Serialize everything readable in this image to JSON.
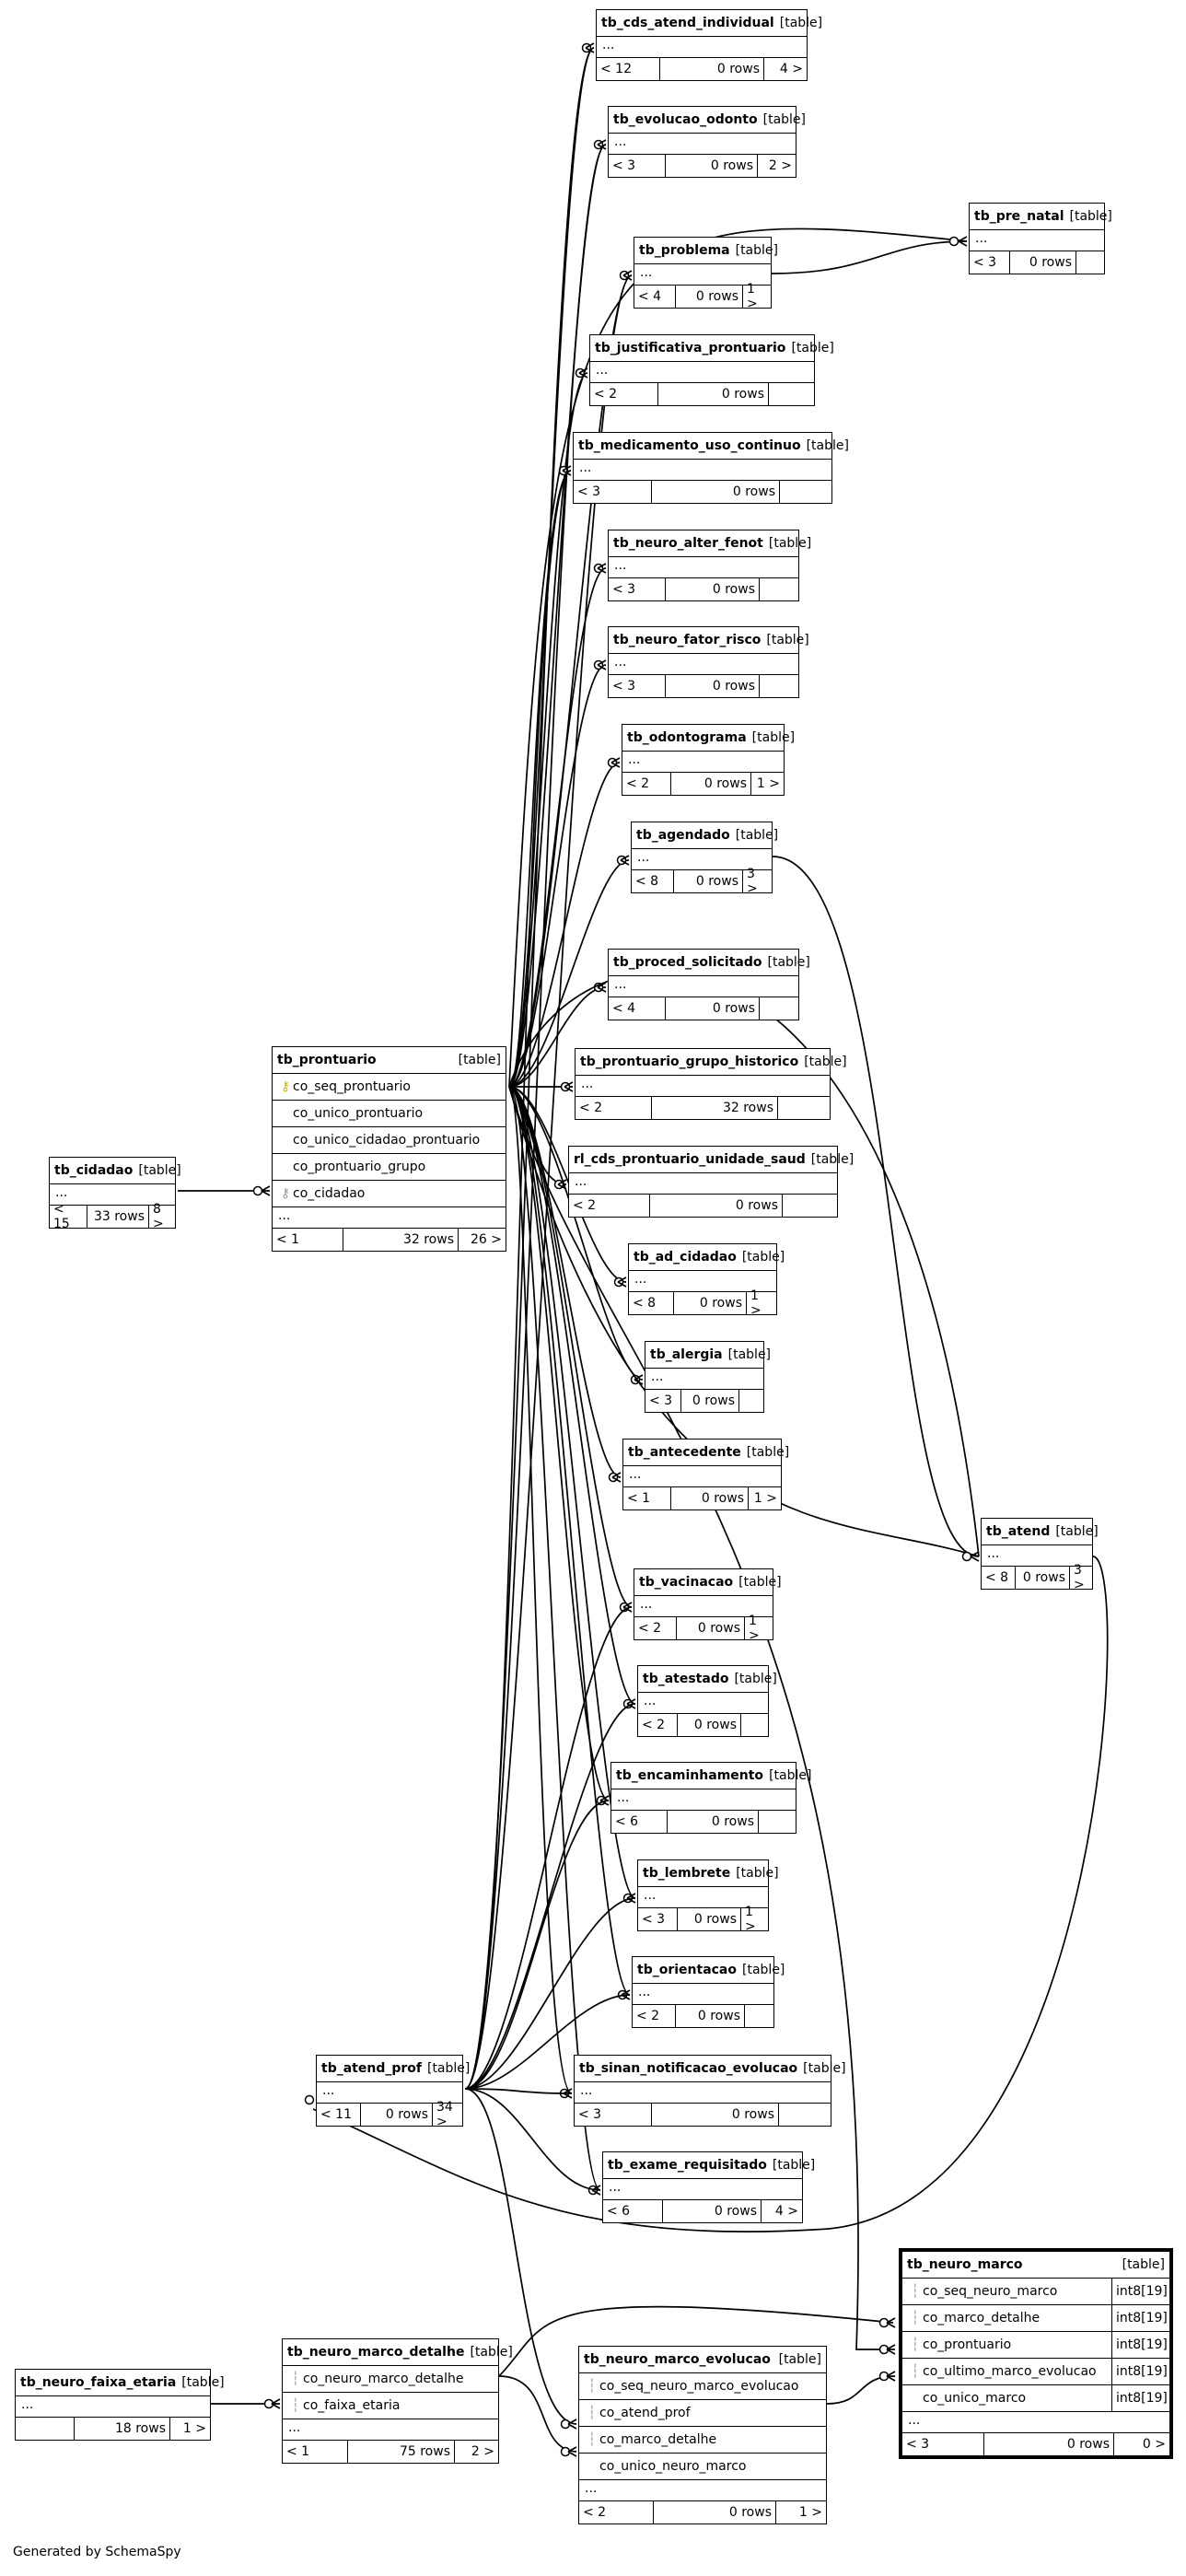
{
  "footer": "Generated by SchemaSpy",
  "tables": [
    {
      "id": "tb_cds_atend_individual",
      "name": "tb_cds_atend_individual",
      "type": "[table]",
      "parents": "< 12",
      "rows": "0 rows",
      "children": "4 >"
    },
    {
      "id": "tb_evolucao_odonto",
      "name": "tb_evolucao_odonto",
      "type": "[table]",
      "parents": "< 3",
      "rows": "0 rows",
      "children": "2 >"
    },
    {
      "id": "tb_pre_natal",
      "name": "tb_pre_natal",
      "type": "[table]",
      "parents": "< 3",
      "rows": "0 rows",
      "children": ""
    },
    {
      "id": "tb_problema",
      "name": "tb_problema",
      "type": "[table]",
      "parents": "< 4",
      "rows": "0 rows",
      "children": "1 >"
    },
    {
      "id": "tb_justificativa_prontuario",
      "name": "tb_justificativa_prontuario",
      "type": "[table]",
      "parents": "< 2",
      "rows": "0 rows",
      "children": ""
    },
    {
      "id": "tb_medicamento_uso_continuo",
      "name": "tb_medicamento_uso_continuo",
      "type": "[table]",
      "parents": "< 3",
      "rows": "0 rows",
      "children": ""
    },
    {
      "id": "tb_neuro_alter_fenot",
      "name": "tb_neuro_alter_fenot",
      "type": "[table]",
      "parents": "< 3",
      "rows": "0 rows",
      "children": ""
    },
    {
      "id": "tb_neuro_fator_risco",
      "name": "tb_neuro_fator_risco",
      "type": "[table]",
      "parents": "< 3",
      "rows": "0 rows",
      "children": ""
    },
    {
      "id": "tb_odontograma",
      "name": "tb_odontograma",
      "type": "[table]",
      "parents": "< 2",
      "rows": "0 rows",
      "children": "1 >"
    },
    {
      "id": "tb_agendado",
      "name": "tb_agendado",
      "type": "[table]",
      "parents": "< 8",
      "rows": "0 rows",
      "children": "3 >"
    },
    {
      "id": "tb_proced_solicitado",
      "name": "tb_proced_solicitado",
      "type": "[table]",
      "parents": "< 4",
      "rows": "0 rows",
      "children": ""
    },
    {
      "id": "tb_prontuario_grupo_historico",
      "name": "tb_prontuario_grupo_historico",
      "type": "[table]",
      "parents": "< 2",
      "rows": "32 rows",
      "children": ""
    },
    {
      "id": "rl_cds_prontuario_unidade_saud",
      "name": "rl_cds_prontuario_unidade_saud",
      "type": "[table]",
      "parents": "< 2",
      "rows": "0 rows",
      "children": ""
    },
    {
      "id": "tb_ad_cidadao",
      "name": "tb_ad_cidadao",
      "type": "[table]",
      "parents": "< 8",
      "rows": "0 rows",
      "children": "1 >"
    },
    {
      "id": "tb_alergia",
      "name": "tb_alergia",
      "type": "[table]",
      "parents": "< 3",
      "rows": "0 rows",
      "children": ""
    },
    {
      "id": "tb_antecedente",
      "name": "tb_antecedente",
      "type": "[table]",
      "parents": "< 1",
      "rows": "0 rows",
      "children": "1 >"
    },
    {
      "id": "tb_vacinacao",
      "name": "tb_vacinacao",
      "type": "[table]",
      "parents": "< 2",
      "rows": "0 rows",
      "children": "1 >"
    },
    {
      "id": "tb_atestado",
      "name": "tb_atestado",
      "type": "[table]",
      "parents": "< 2",
      "rows": "0 rows",
      "children": ""
    },
    {
      "id": "tb_encaminhamento",
      "name": "tb_encaminhamento",
      "type": "[table]",
      "parents": "< 6",
      "rows": "0 rows",
      "children": ""
    },
    {
      "id": "tb_lembrete",
      "name": "tb_lembrete",
      "type": "[table]",
      "parents": "< 3",
      "rows": "0 rows",
      "children": "1 >"
    },
    {
      "id": "tb_orientacao",
      "name": "tb_orientacao",
      "type": "[table]",
      "parents": "< 2",
      "rows": "0 rows",
      "children": ""
    },
    {
      "id": "tb_sinan_notificacao_evolucao",
      "name": "tb_sinan_notificacao_evolucao",
      "type": "[table]",
      "parents": "< 3",
      "rows": "0 rows",
      "children": ""
    },
    {
      "id": "tb_exame_requisitado",
      "name": "tb_exame_requisitado",
      "type": "[table]",
      "parents": "< 6",
      "rows": "0 rows",
      "children": "4 >"
    },
    {
      "id": "tb_atend",
      "name": "tb_atend",
      "type": "[table]",
      "parents": "< 8",
      "rows": "0 rows",
      "children": "3 >"
    },
    {
      "id": "tb_atend_prof",
      "name": "tb_atend_prof",
      "type": "[table]",
      "parents": "< 11",
      "rows": "0 rows",
      "children": "34 >"
    },
    {
      "id": "tb_cidadao",
      "name": "tb_cidadao",
      "type": "[table]",
      "parents": "< 15",
      "rows": "33 rows",
      "children": "8 >"
    },
    {
      "id": "tb_prontuario",
      "name": "tb_prontuario",
      "type": "[table]",
      "parents": "< 1",
      "rows": "32 rows",
      "children": "26 >",
      "columns": [
        {
          "name": "co_seq_prontuario",
          "mark": "key-icon"
        },
        {
          "name": "co_unico_prontuario",
          "mark": ""
        },
        {
          "name": "co_unico_cidadao_prontuario",
          "mark": ""
        },
        {
          "name": "co_prontuario_grupo",
          "mark": ""
        },
        {
          "name": "co_cidadao",
          "mark": "foreign-key-icon"
        }
      ]
    },
    {
      "id": "tb_neuro_faixa_etaria",
      "name": "tb_neuro_faixa_etaria",
      "type": "[table]",
      "parents": "",
      "rows": "18 rows",
      "children": "1 >"
    },
    {
      "id": "tb_neuro_marco_detalhe",
      "name": "tb_neuro_marco_detalhe",
      "type": "[table]",
      "parents": "< 1",
      "rows": "75 rows",
      "children": "2 >",
      "columns": [
        {
          "name": "co_neuro_marco_detalhe",
          "mark": "column-marker"
        },
        {
          "name": "co_faixa_etaria",
          "mark": "column-marker"
        }
      ]
    },
    {
      "id": "tb_neuro_marco_evolucao",
      "name": "tb_neuro_marco_evolucao",
      "type": "[table]",
      "parents": "< 2",
      "rows": "0 rows",
      "children": "1 >",
      "columns": [
        {
          "name": "co_seq_neuro_marco_evolucao",
          "mark": "column-marker"
        },
        {
          "name": "co_atend_prof",
          "mark": "column-marker"
        },
        {
          "name": "co_marco_detalhe",
          "mark": "column-marker"
        },
        {
          "name": "co_unico_neuro_marco",
          "mark": ""
        }
      ]
    },
    {
      "id": "tb_neuro_marco",
      "name": "tb_neuro_marco",
      "type": "[table]",
      "parents": "< 3",
      "rows": "0 rows",
      "children": "0 >",
      "focus": true,
      "columns": [
        {
          "name": "co_seq_neuro_marco",
          "mark": "column-marker",
          "type": "int8[19]"
        },
        {
          "name": "co_marco_detalhe",
          "mark": "column-marker",
          "type": "int8[19]"
        },
        {
          "name": "co_prontuario",
          "mark": "column-marker",
          "type": "int8[19]"
        },
        {
          "name": "co_ultimo_marco_evolucao",
          "mark": "column-marker",
          "type": "int8[19]"
        },
        {
          "name": "co_unico_marco",
          "mark": "",
          "type": "int8[19]"
        }
      ]
    }
  ]
}
